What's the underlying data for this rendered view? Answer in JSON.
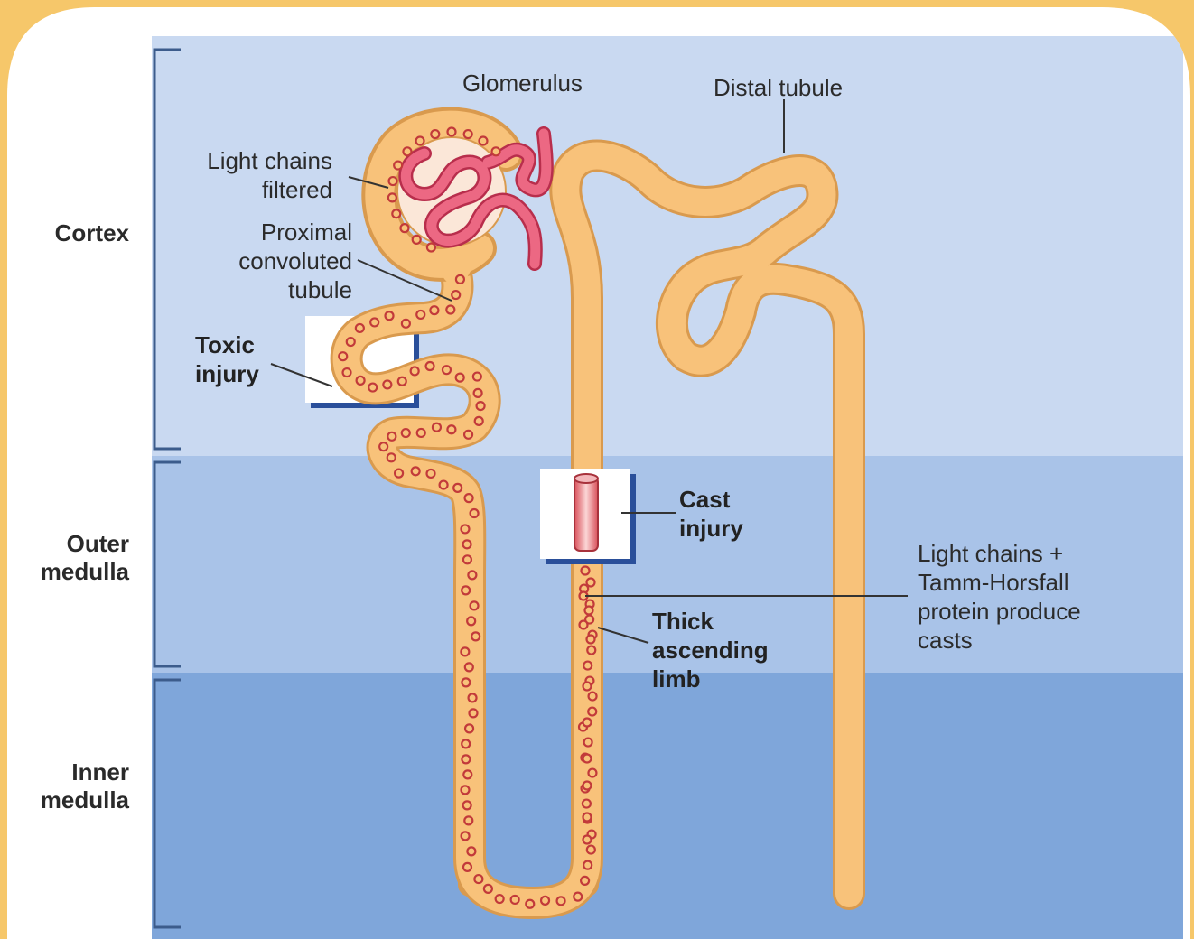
{
  "zones": {
    "cortex": "Cortex",
    "outer_medulla": [
      "Outer",
      "medulla"
    ],
    "inner_medulla": [
      "Inner",
      "medulla"
    ]
  },
  "labels": {
    "glomerulus": "Glomerulus",
    "distal_tubule": "Distal tubule",
    "light_chains_filtered": [
      "Light chains",
      "filtered"
    ],
    "proximal_tubule": [
      "Proximal",
      "convoluted",
      "tubule"
    ],
    "toxic_injury": [
      "Toxic",
      "injury"
    ],
    "cast_injury": [
      "Cast",
      "injury"
    ],
    "thick_ascending_limb": [
      "Thick",
      "ascending",
      "limb"
    ],
    "casts_note": [
      "Light chains +",
      "Tamm-Horsfall",
      "protein produce",
      "casts"
    ]
  },
  "colors": {
    "frame": "#f6c76a",
    "cortex": "#c9d9f1",
    "outer_medulla": "#a9c3e8",
    "inner_medulla": "#7fa6da",
    "tubule": "#f8c27a",
    "tubule_outline": "#d99a4e",
    "glomerulus": "#e8516e",
    "light_chain_dot": "#c23a3a"
  }
}
